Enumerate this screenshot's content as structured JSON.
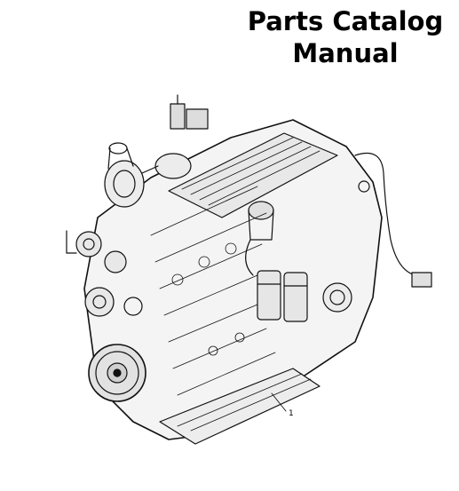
{
  "title": {
    "line1": "Parts Catalog",
    "line2": "Manual"
  },
  "illustration": {
    "callout_label": "1"
  }
}
